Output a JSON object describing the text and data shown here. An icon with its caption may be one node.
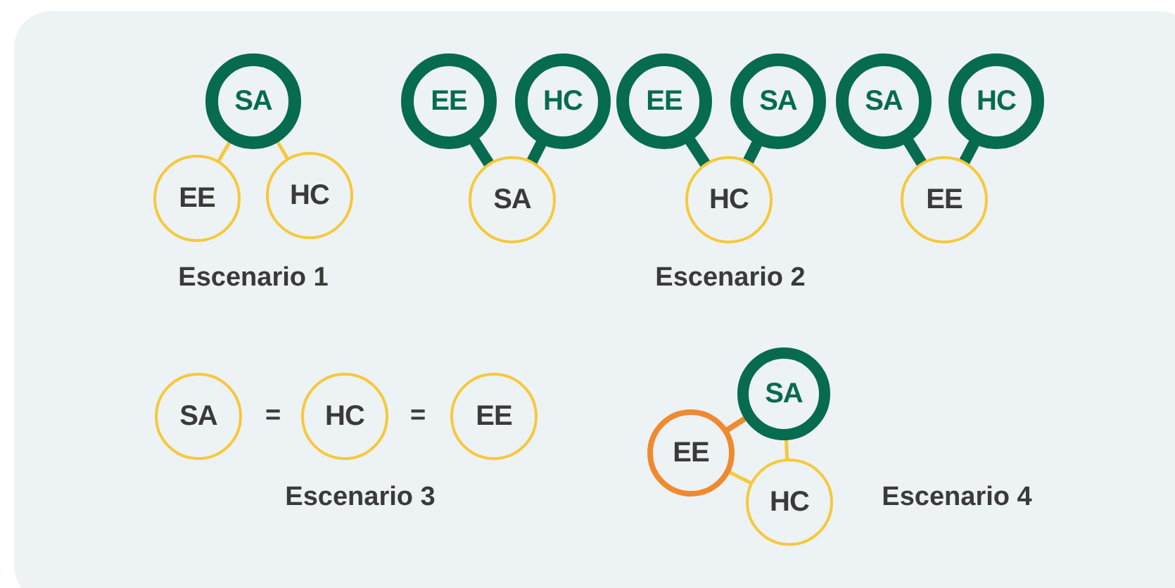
{
  "diagram": {
    "nodes": [
      {
        "text": [
          "SA"
        ]
      },
      {
        "text": [
          "EE"
        ]
      },
      {
        "text": [
          "HC"
        ]
      },
      {
        "text": [
          "EE"
        ]
      },
      {
        "text": [
          "SA"
        ]
      },
      {
        "text": [
          "SA"
        ]
      },
      {
        "text": [
          "HC"
        ]
      },
      {
        "text": [
          "EE"
        ]
      },
      {
        "text": [
          "HC"
        ]
      },
      {
        "text": [
          "SA"
        ]
      },
      {
        "text": [
          "HC"
        ]
      },
      {
        "text": [
          "EE"
        ]
      },
      {
        "text": [
          "SA"
        ]
      },
      {
        "text": [
          "SA"
        ]
      },
      {
        "text": [
          "HC"
        ]
      },
      {
        "text": [
          "EE"
        ]
      },
      {
        "text": [
          "EE"
        ]
      },
      {
        "text": [
          "HC"
        ]
      }
    ],
    "edges": [
      {
        "from": 0,
        "to": 7,
        "arrow": "none",
        "color": "#f5c93a"
      },
      {
        "from": 0,
        "to": 8,
        "arrow": "none",
        "color": "#f5c93a"
      },
      {
        "from": 1,
        "to": 9,
        "arrow": "none"
      },
      {
        "from": 2,
        "to": 9,
        "arrow": "none"
      },
      {
        "from": 3,
        "to": 10,
        "arrow": "none"
      },
      {
        "from": 4,
        "to": 10,
        "arrow": "none"
      },
      {
        "from": 5,
        "to": 11,
        "arrow": "none"
      },
      {
        "from": 6,
        "to": 11,
        "arrow": "none"
      },
      {
        "from": 12,
        "to": 16,
        "arrow": "none",
        "color": "#f08a30"
      },
      {
        "from": 12,
        "to": 17,
        "arrow": "none",
        "color": "#f5c93a"
      },
      {
        "from": 16,
        "to": 17,
        "arrow": "none",
        "color": "#f5c93a"
      }
    ],
    "labels": [
      "Escenario 1",
      "Escenario 2",
      "=",
      "=",
      "Escenario 3",
      "Escenario 4"
    ]
  }
}
